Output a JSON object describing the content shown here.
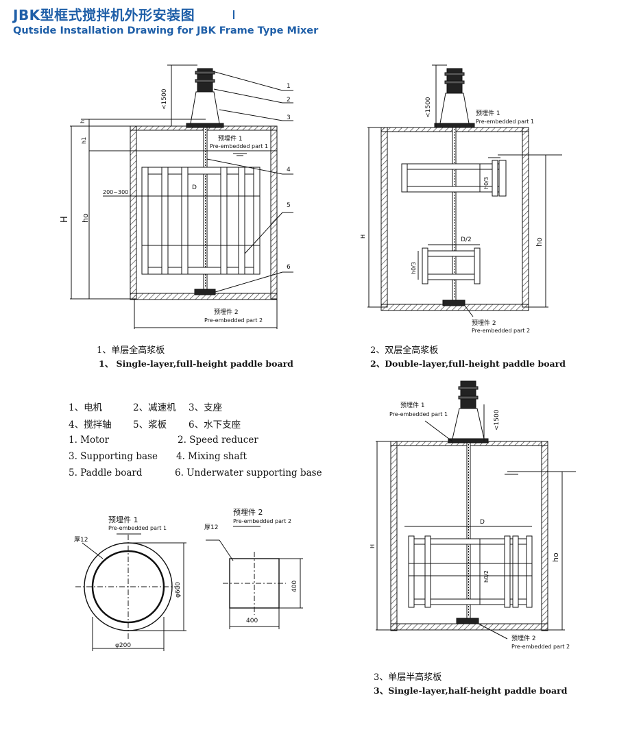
{
  "header": {
    "title_cn": "JBK型框式搅拌机外形安装图",
    "title_en": "Qutside Installation Drawing for JBK Frame Type Mixer"
  },
  "diagram1": {
    "caption_cn": "1、单层全高浆板",
    "caption_en": "1、 Single-layer,full-height paddle board",
    "callouts": [
      "1",
      "2",
      "3",
      "4",
      "5",
      "6"
    ],
    "dim_motor": "<1500",
    "dim_H": "H",
    "dim_h": "h",
    "dim_h1": "h1",
    "dim_ho": "ho",
    "dim_clearance": "200~300",
    "dim_D": "D",
    "part1_cn": "预埋件 1",
    "part1_en": "Pre-embedded part 1",
    "part2_cn": "预埋件 2",
    "part2_en": "Pre-embedded part 2"
  },
  "diagram2": {
    "caption_cn": "2、双层全高浆板",
    "caption_en": "2、Double-layer,full-height paddle board",
    "dim_motor": "<1500",
    "dim_H": "H",
    "dim_ho": "ho",
    "dim_h0_3_top": "h0/3",
    "dim_h0_3_bot": "h0/3",
    "dim_D2": "D/2",
    "part1_cn": "预埋件 1",
    "part1_en": "Pre-embedded part 1",
    "part2_cn": "预埋件 2",
    "part2_en": "Pre-embedded part 2"
  },
  "diagram3": {
    "caption_cn": "3、单层半高浆板",
    "caption_en": "3、Single-layer,half-height paddle board",
    "dim_motor": "<1500",
    "dim_H": "H",
    "dim_ho": "ho",
    "dim_h0_2": "h0/2",
    "dim_D": "D",
    "part1_cn": "预埋件 1",
    "part1_en": "Pre-embedded part 1",
    "part2_cn": "预埋件 2",
    "part2_en": "Pre-embedded part 2"
  },
  "legend": {
    "cn": [
      "1、电机",
      "2、减速机",
      "3、支座",
      "4、搅拌轴",
      "5、浆板",
      "6、水下支座"
    ],
    "en": [
      "1. Motor",
      "2. Speed reducer",
      "3. Supporting base",
      "4. Mixing shaft",
      "5. Paddle board",
      "6. Underwater supporting base"
    ]
  },
  "part1_detail": {
    "title_cn": "预埋件 1",
    "title_en": "Pre-embedded part 1",
    "thickness": "厚12",
    "dim_outer": "φ600",
    "dim_inner": "φ200"
  },
  "part2_detail": {
    "title_cn": "预埋件 2",
    "title_en": "Pre-embedded part 2",
    "thickness": "厚12",
    "dim_width": "400",
    "dim_height": "400"
  },
  "colors": {
    "title": "#1f5fa8",
    "line": "#111111",
    "hatch": "#555555"
  }
}
